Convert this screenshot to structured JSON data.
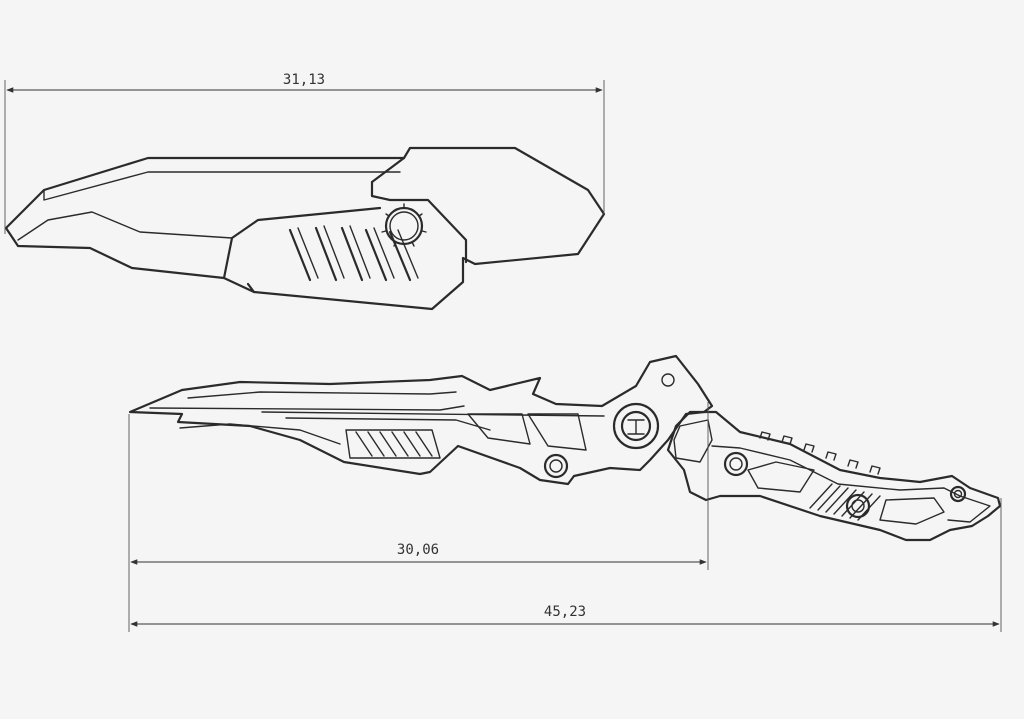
{
  "dimensions": {
    "sheath_length": "31,13",
    "blade_length": "30,06",
    "overall_length": "45,23"
  },
  "colors": {
    "background": "#f5f5f5",
    "line": "#2b2b2b"
  }
}
